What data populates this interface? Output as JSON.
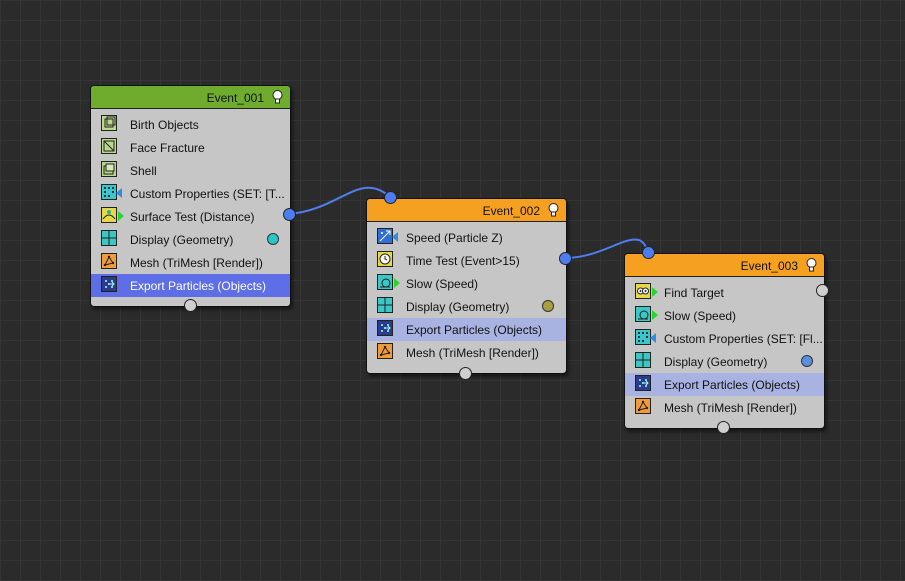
{
  "colors": {
    "background": "#2b2b2b",
    "wire": "#4f7fef",
    "header_green": "#6fac2e",
    "header_orange": "#f5a020",
    "selected_row": "#5d6ee6",
    "highlight_row": "#a9b3e2",
    "display_cyan": "#27c7c7",
    "display_olive": "#a8a03e",
    "display_blue": "#5b8fe0"
  },
  "nodes": [
    {
      "title": "Event_001",
      "rows": [
        {
          "label": "Birth Objects",
          "icon": "birth-objects-icon"
        },
        {
          "label": "Face Fracture",
          "icon": "face-fracture-icon"
        },
        {
          "label": "Shell",
          "icon": "shell-icon"
        },
        {
          "label": "Custom Properties (SET: [T...",
          "icon": "custom-properties-icon"
        },
        {
          "label": "Surface Test (Distance)",
          "icon": "surface-test-icon"
        },
        {
          "label": "Display (Geometry)",
          "icon": "display-geometry-icon"
        },
        {
          "label": "Mesh (TriMesh [Render])",
          "icon": "mesh-icon"
        },
        {
          "label": "Export Particles (Objects)",
          "icon": "export-particles-icon"
        }
      ]
    },
    {
      "title": "Event_002",
      "rows": [
        {
          "label": "Speed (Particle Z)",
          "icon": "speed-icon"
        },
        {
          "label": "Time Test (Event>15)",
          "icon": "time-test-icon"
        },
        {
          "label": "Slow (Speed)",
          "icon": "slow-icon"
        },
        {
          "label": "Display (Geometry)",
          "icon": "display-geometry-icon"
        },
        {
          "label": "Export Particles (Objects)",
          "icon": "export-particles-icon"
        },
        {
          "label": "Mesh (TriMesh [Render])",
          "icon": "mesh-icon"
        }
      ]
    },
    {
      "title": "Event_003",
      "rows": [
        {
          "label": "Find Target",
          "icon": "find-target-icon"
        },
        {
          "label": "Slow (Speed)",
          "icon": "slow-icon"
        },
        {
          "label": "Custom Properties (SET: [Fl...",
          "icon": "custom-properties-icon"
        },
        {
          "label": "Display (Geometry)",
          "icon": "display-geometry-icon"
        },
        {
          "label": "Export Particles (Objects)",
          "icon": "export-particles-icon"
        },
        {
          "label": "Mesh (TriMesh [Render])",
          "icon": "mesh-icon"
        }
      ]
    }
  ]
}
